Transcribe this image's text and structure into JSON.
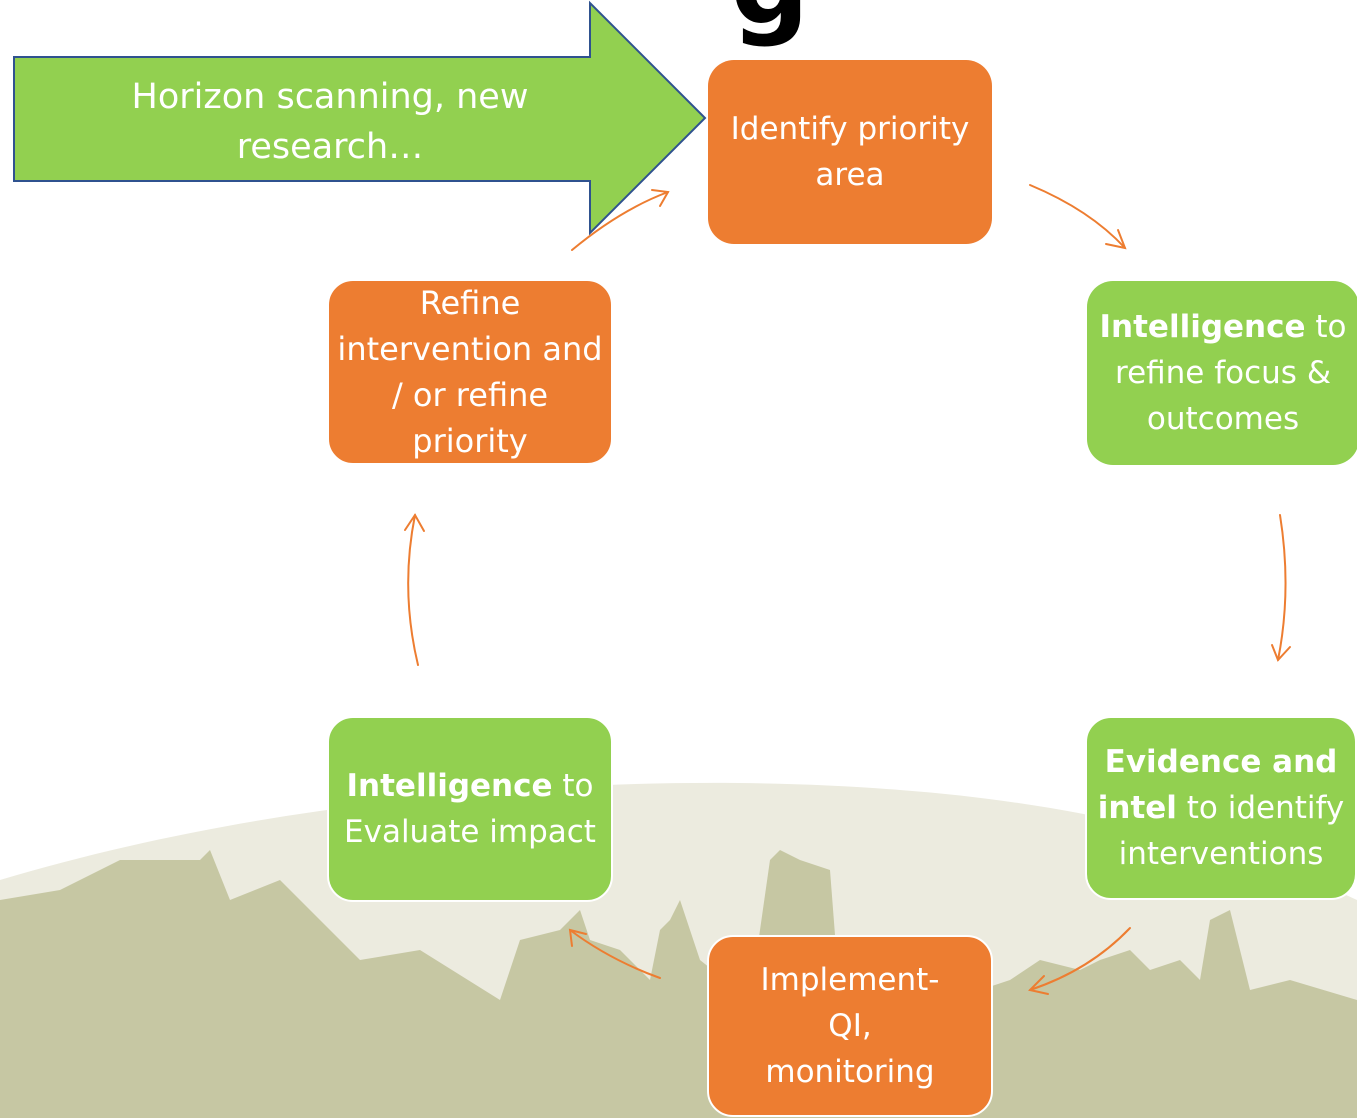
{
  "title_text": "g",
  "input_arrow": {
    "label": "Horizon scanning, new research…"
  },
  "steps": {
    "identify": {
      "text": "Identify priority area"
    },
    "intel_refine": {
      "bold": "Intelligence",
      "text": " to refine focus & outcomes"
    },
    "evidence": {
      "bold": "Evidence and intel",
      "text": " to identify interventions"
    },
    "implement": {
      "text": "Implement-QI, monitoring"
    },
    "evaluate": {
      "bold": "Intelligence",
      "text": " to Evaluate impact"
    },
    "refine": {
      "text": "Refine intervention and / or refine priority"
    }
  },
  "colors": {
    "orange": "#ED7D31",
    "green": "#92D050",
    "skyline": "#C6C7A3",
    "hill": "#ECEBDF",
    "connector": "#ED7D31"
  }
}
